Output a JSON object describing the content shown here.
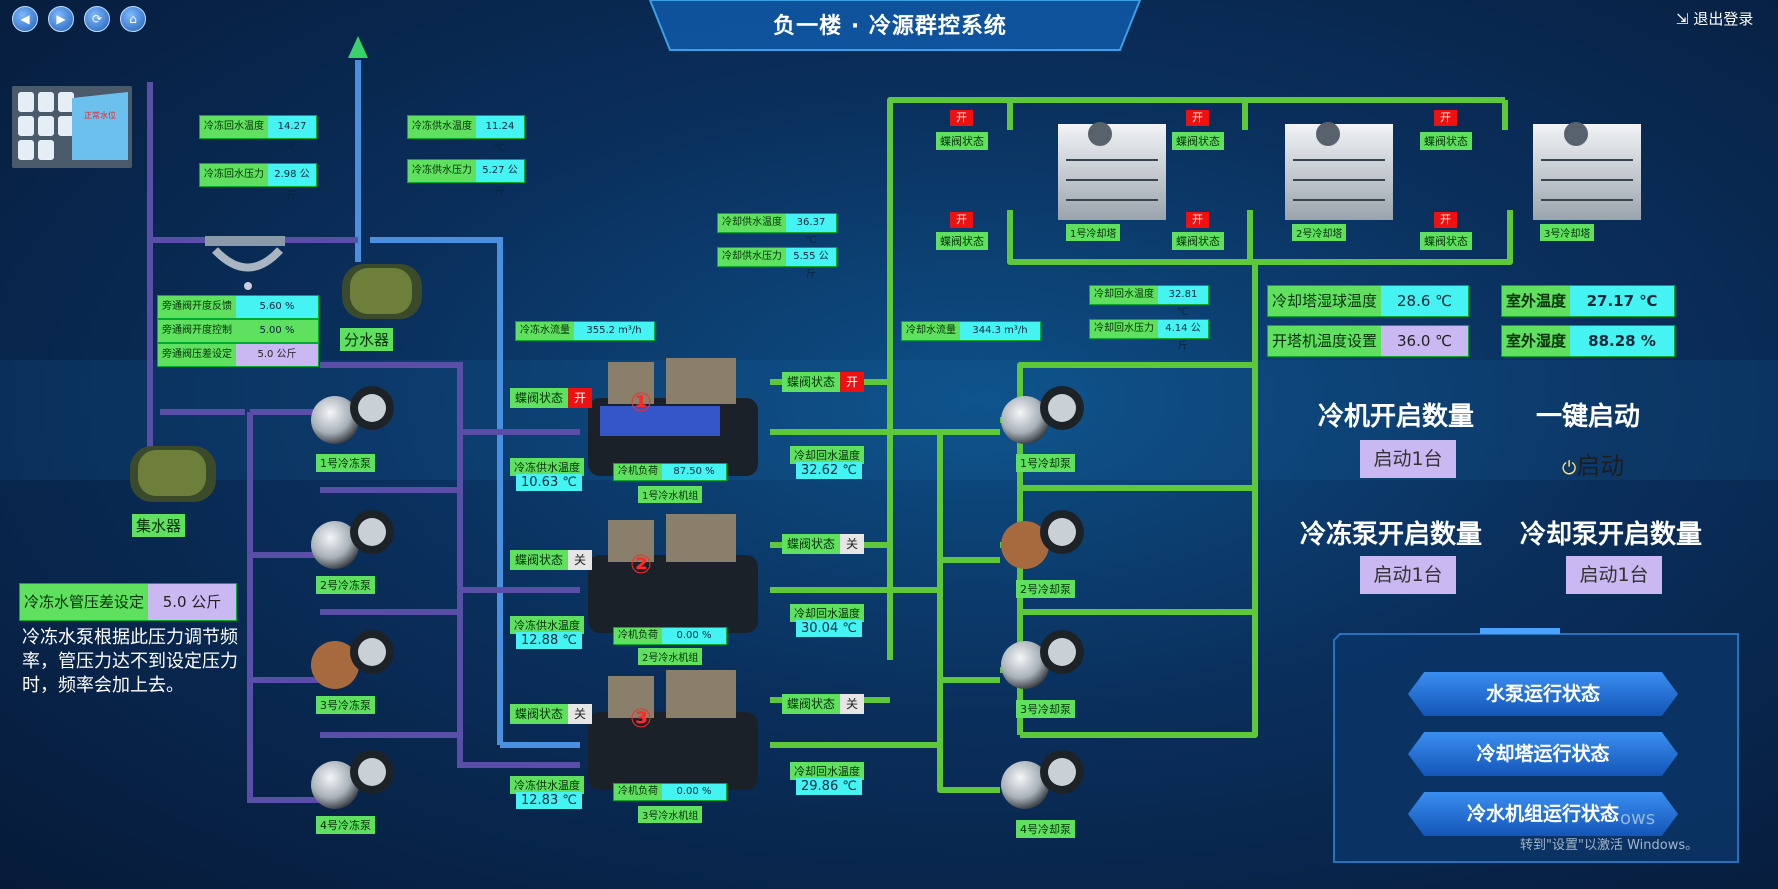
{
  "header": {
    "title": "负一楼 · 冷源群控系统",
    "logout": "退出登录"
  },
  "nav": {
    "back": "◀",
    "forward": "▶",
    "refresh": "⟳",
    "home": "⌂"
  },
  "chilled_return": {
    "temp_label": "冷冻回水温度",
    "temp": "14.27 ℃",
    "pressure_label": "冷冻回水压力",
    "pressure": "2.98 公斤"
  },
  "chilled_supply": {
    "temp_label": "冷冻供水温度",
    "temp": "11.24 ℃",
    "pressure_label": "冷冻供水压力",
    "pressure": "5.27 公斤"
  },
  "bypass": {
    "feedback_label": "旁通阀开度反馈",
    "feedback": "5.60 %",
    "control_label": "旁通阀开度控制",
    "control": "5.00 %",
    "dp_label": "旁通阀压差设定",
    "dp": "5.0 公斤"
  },
  "tank_label": "正常水位",
  "distributor": "分水器",
  "collector": "集水器",
  "chilled_flow": {
    "label": "冷冻水流量",
    "value": "355.2 m³/h"
  },
  "cooling_flow": {
    "label": "冷却水流量",
    "value": "344.3 m³/h"
  },
  "cooling_supply": {
    "temp_label": "冷却供水温度",
    "temp": "36.37 ℃",
    "pressure_label": "冷却供水压力",
    "pressure": "5.55 公斤"
  },
  "cooling_return": {
    "temp_label": "冷却回水温度",
    "temp": "32.81 ℃",
    "pressure_label": "冷却回水压力",
    "pressure": "4.14 公斤"
  },
  "wetbulb": {
    "label": "冷却塔湿球温度",
    "value": "28.6 ℃"
  },
  "tower_on_set": {
    "label": "开塔机温度设置",
    "value": "36.0 ℃"
  },
  "outdoor_temp": {
    "label": "室外温度",
    "value": "27.17 ℃"
  },
  "outdoor_hum": {
    "label": "室外湿度",
    "value": "88.28 %"
  },
  "valve_label": "蝶阀状态",
  "state_on": "开",
  "state_off": "关",
  "towers": [
    {
      "name": "1号冷却塔"
    },
    {
      "name": "2号冷却塔"
    },
    {
      "name": "3号冷却塔"
    }
  ],
  "chillers": [
    {
      "num": "①",
      "name": "1号冷水机组",
      "load_label": "冷机负荷",
      "load": "87.50 %",
      "supply_label": "冷冻供水温度",
      "supply": "10.63 ℃",
      "return_label": "冷却回水温度",
      "return": "32.62 ℃",
      "valve_left": "开",
      "valve_right": "开"
    },
    {
      "num": "②",
      "name": "2号冷水机组",
      "load_label": "冷机负荷",
      "load": "0.00 %",
      "supply_label": "冷冻供水温度",
      "supply": "12.88 ℃",
      "return_label": "冷却回水温度",
      "return": "30.04 ℃",
      "valve_left": "关",
      "valve_right": "关"
    },
    {
      "num": "③",
      "name": "3号冷水机组",
      "load_label": "冷机负荷",
      "load": "0.00 %",
      "supply_label": "冷冻供水温度",
      "supply": "12.83 ℃",
      "return_label": "冷却回水温度",
      "return": "29.86 ℃",
      "valve_left": "关",
      "valve_right": "关"
    }
  ],
  "chilled_pumps": [
    "1号冷冻泵",
    "2号冷冻泵",
    "3号冷冻泵",
    "4号冷冻泵"
  ],
  "cooling_pumps": [
    "1号冷却泵",
    "2号冷却泵",
    "3号冷却泵",
    "4号冷却泵"
  ],
  "dp_setting": {
    "label": "冷冻水管压差设定",
    "value": "5.0 公斤"
  },
  "note": "冷冻水泵根据此压力调节频率，管压力达不到设定压力时，频率会加上去。",
  "controls": {
    "chiller_count_label": "冷机开启数量",
    "chiller_count": "启动1台",
    "one_key_label": "一键启动",
    "start": "启动",
    "chilled_pump_label": "冷冻泵开启数量",
    "chilled_pump_count": "启动1台",
    "cooling_pump_label": "冷却泵开启数量",
    "cooling_pump_count": "启动1台"
  },
  "status_buttons": [
    "水泵运行状态",
    "冷却塔运行状态",
    "冷水机组运行状态"
  ],
  "watermark": {
    "line1": "ows",
    "line2": "转到\"设置\"以激活 Windows。"
  },
  "colors": {
    "cooling_pipe": "#5cc83a",
    "chilled_pipe": "#3b7fd1",
    "return_pipe": "#5a4fa8",
    "label_green": "#5fe05f",
    "label_cyan": "#45f3f3",
    "alarm_red": "#ee1111"
  }
}
